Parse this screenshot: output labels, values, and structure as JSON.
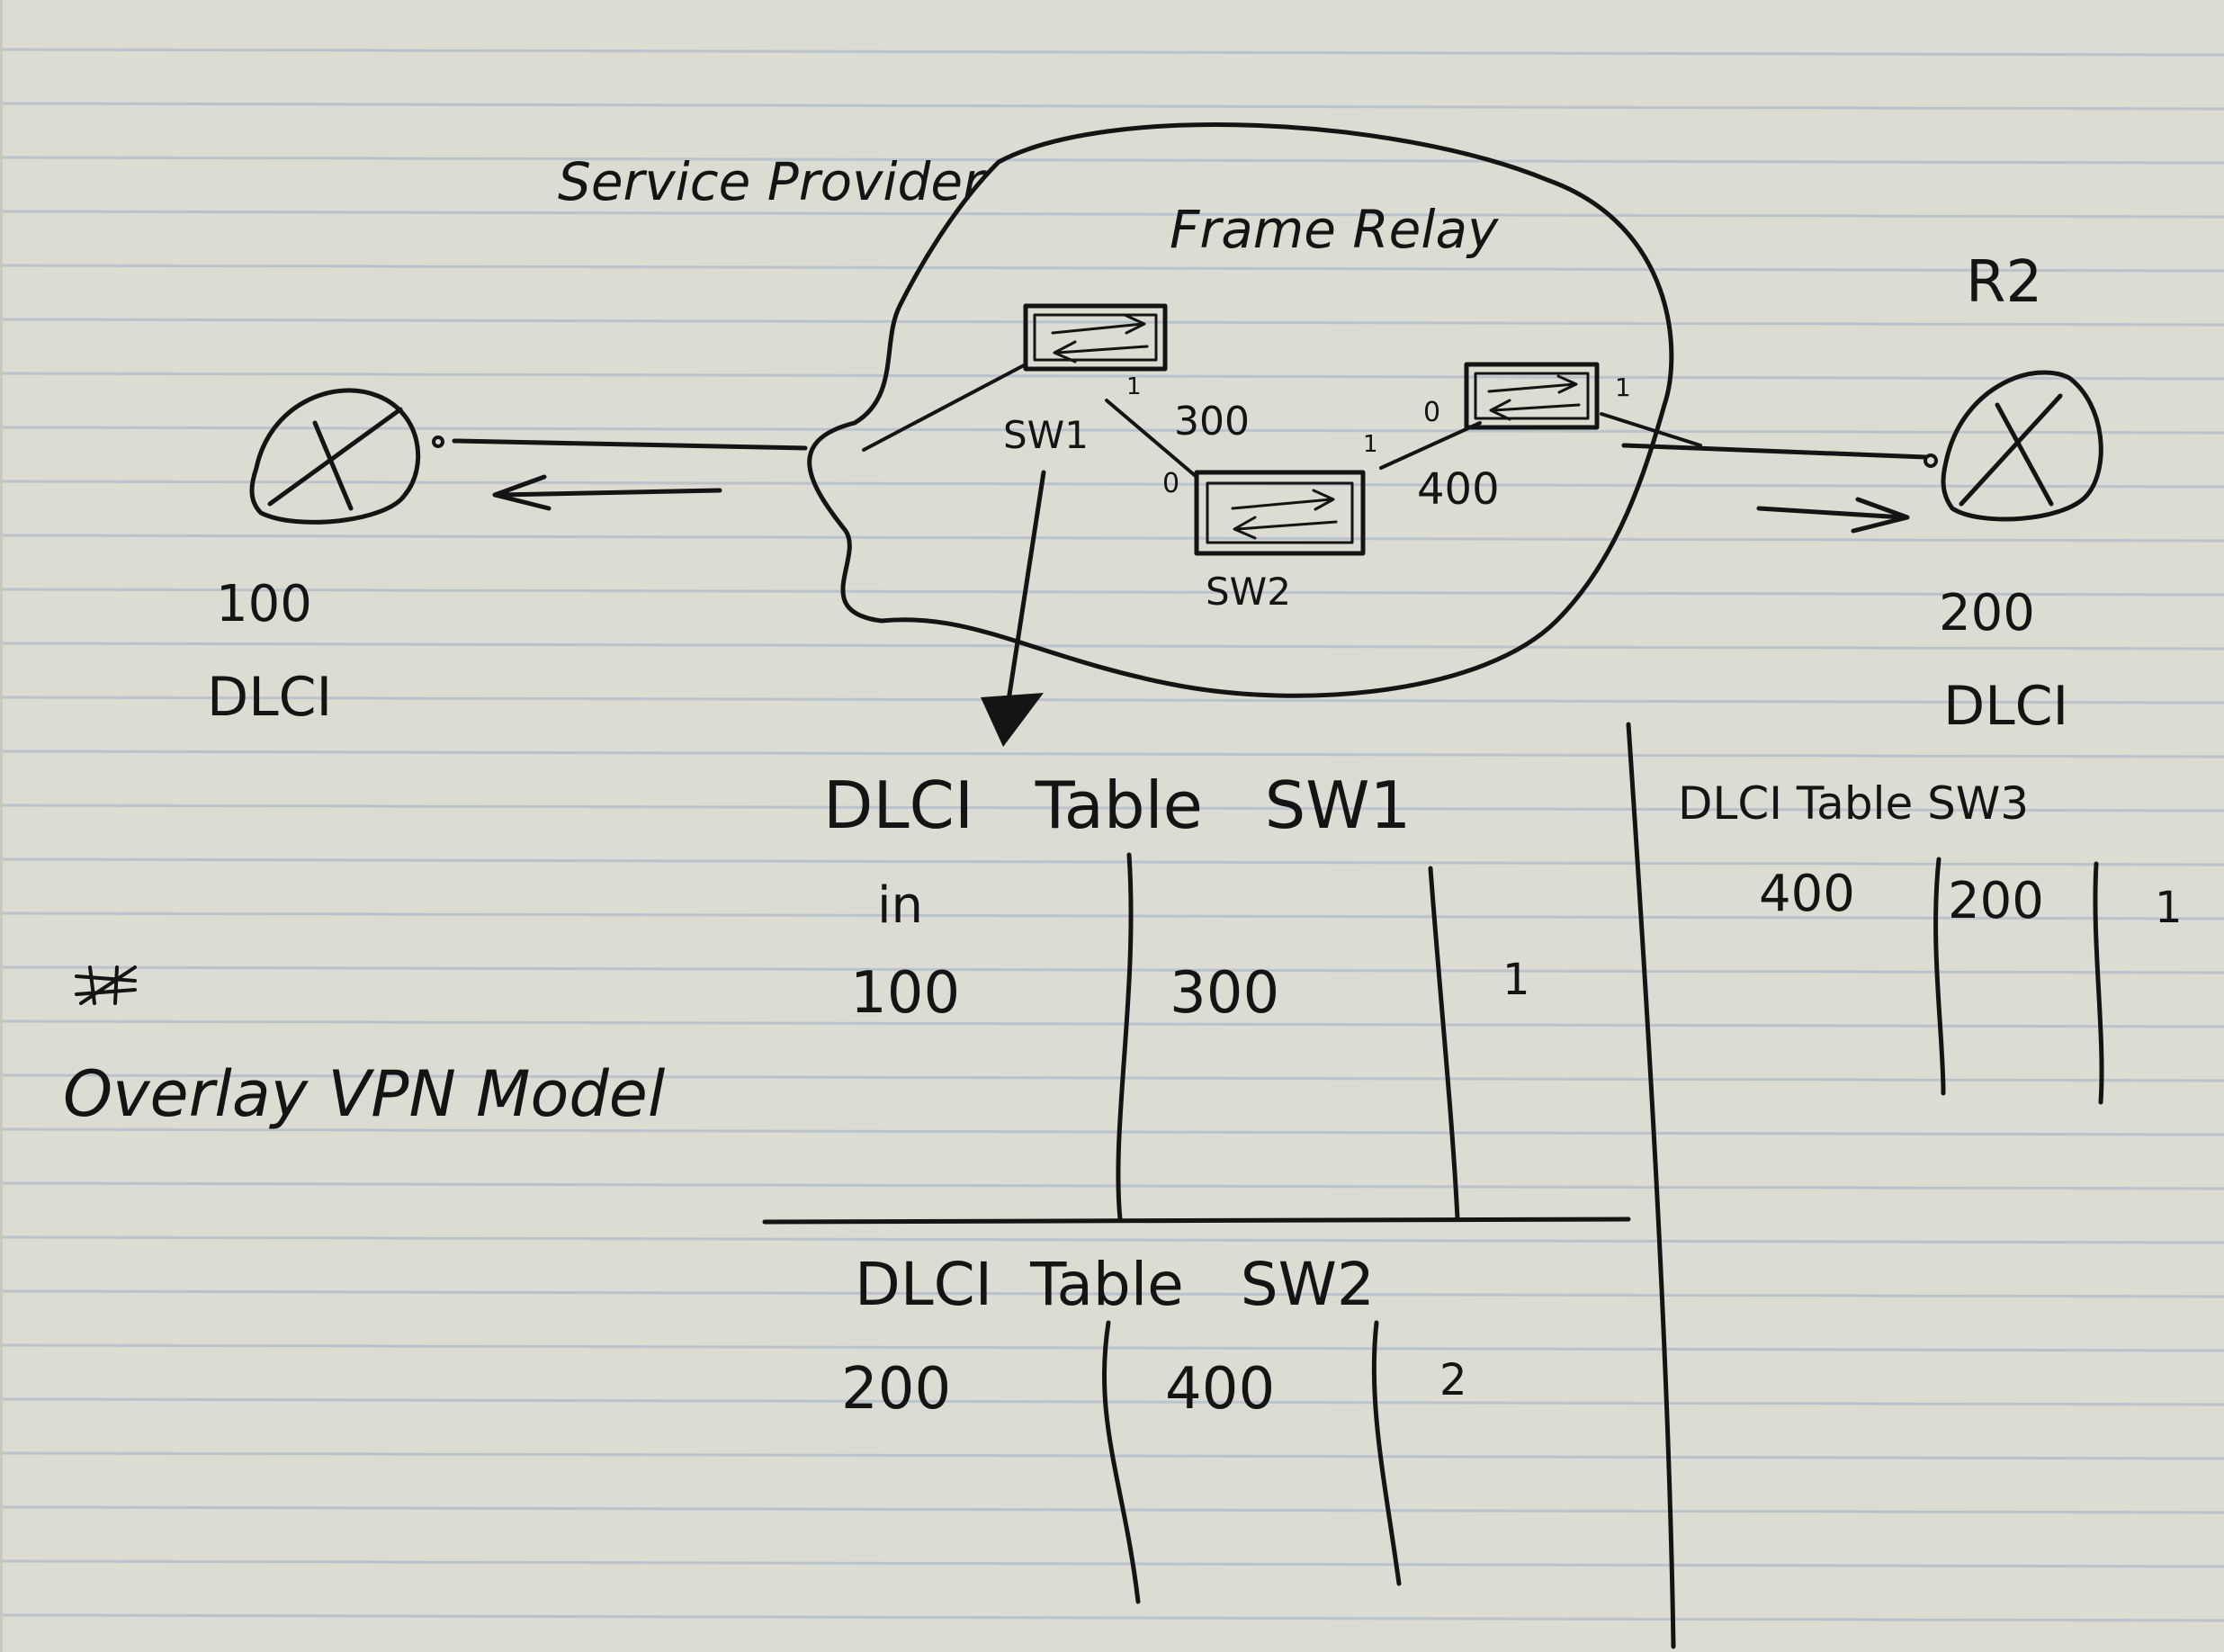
{
  "labels": {
    "service_provider": "Service Provider",
    "frame_relay": "Frame Relay",
    "r2": "R2",
    "sw1": "SW1",
    "sw2": "SW2",
    "overlay_vpn": "Overlay VPN Model",
    "left_dlci_value": "100",
    "left_dlci_word": "DLCI",
    "right_dlci_value": "200",
    "right_dlci_word": "DLCI"
  },
  "links": {
    "sw1_port": "1",
    "sw1_sw2_dlci": "300",
    "sw2_port_in": "0",
    "sw2_port_out": "1",
    "sw2_sw3_dlci": "400",
    "sw3_port_in": "0",
    "sw3_port_out": "1"
  },
  "tables": {
    "sw1": {
      "title": "DLCI   Table   SW1",
      "in_label": "in",
      "row": [
        "100",
        "300",
        "1"
      ]
    },
    "sw2": {
      "title": "DLCI  Table   SW2",
      "row": [
        "200",
        "400",
        "2"
      ]
    },
    "sw3": {
      "title": "DLCI Table SW3",
      "row": [
        "400",
        "200",
        "1"
      ]
    }
  },
  "colors": {
    "paper": "#dcdcd2",
    "rule_line": "#b9c3cc",
    "ink": "#141414"
  }
}
